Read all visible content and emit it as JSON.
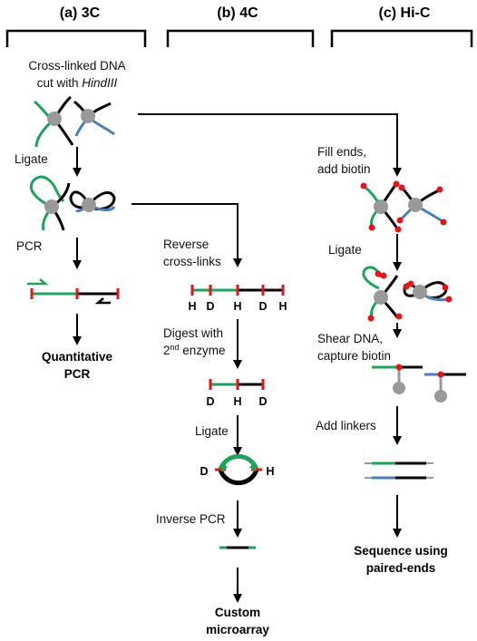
{
  "columns": [
    {
      "header": "(a) 3C"
    },
    {
      "header": "(b) 4C"
    },
    {
      "header": "(c) Hi-C"
    }
  ],
  "col_a": {
    "intro_line1": "Cross-linked DNA",
    "intro_line2_prefix": "cut with ",
    "intro_line2_enzyme": "HindIII",
    "ligate": "Ligate",
    "pcr": "PCR",
    "result_line1": "Quantitative",
    "result_line2": "PCR"
  },
  "col_b": {
    "reverse_line1": "Reverse",
    "reverse_line2": "cross-links",
    "digest_line1": "Digest with",
    "digest_line2_num": "2",
    "digest_line2_sup": "nd",
    "digest_line2_rest": " enzyme",
    "ligate": "Ligate",
    "inverse_pcr": "Inverse PCR",
    "result_line1": "Custom",
    "result_line2": "microarray",
    "sites_row1": [
      "H",
      "D",
      "H",
      "D",
      "H"
    ],
    "sites_row2": [
      "D",
      "H",
      "D"
    ],
    "circle_left": "D",
    "circle_right": "H"
  },
  "col_c": {
    "fill_line1": "Fill ends,",
    "fill_line2": "add biotin",
    "ligate": "Ligate",
    "shear_line1": "Shear DNA,",
    "shear_line2": "capture biotin",
    "linkers": "Add linkers",
    "result_line1": "Sequence using",
    "result_line2": "paired-ends"
  },
  "colors": {
    "green": "#1fa35a",
    "blue": "#4a7fb5",
    "black": "#000000",
    "grey": "#999999",
    "red": "#e3151b"
  }
}
